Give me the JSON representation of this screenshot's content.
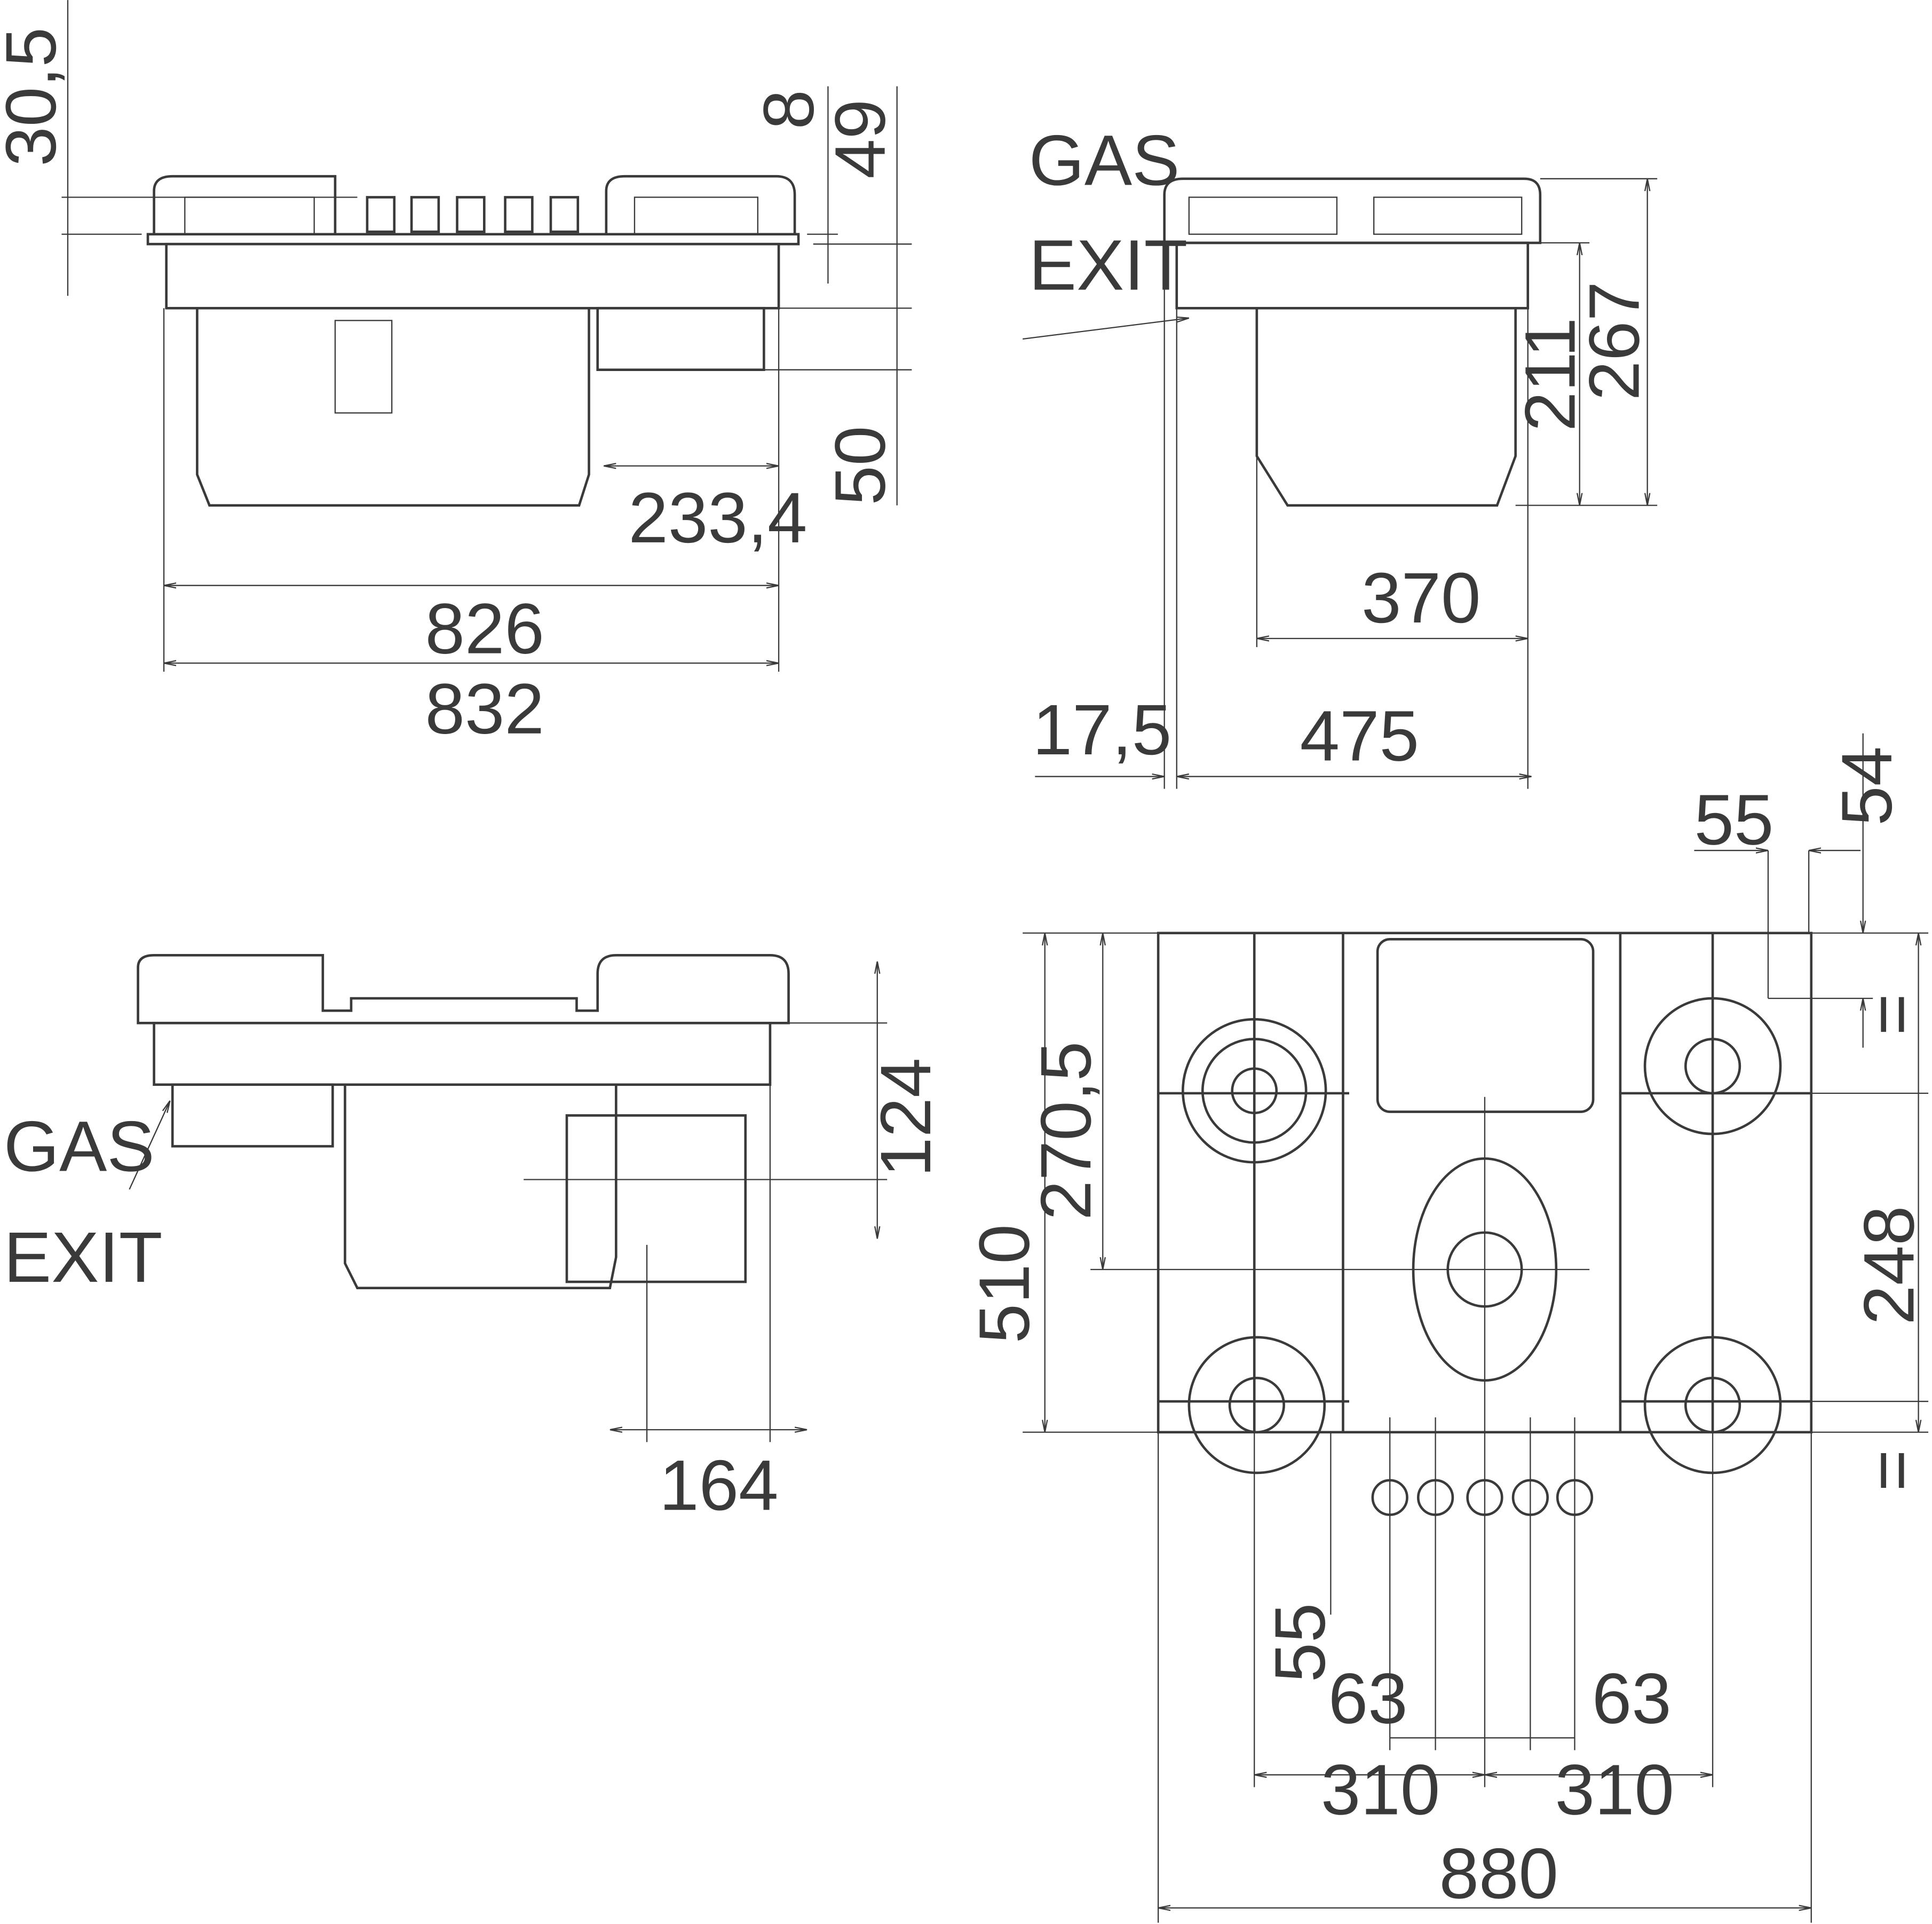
{
  "front_view": {
    "dims": {
      "top_offset": "30,5",
      "plate": "8",
      "height_top": "49",
      "box_drop": "50",
      "box_width": "233,4",
      "inner_width": "826",
      "outer_width": "832"
    }
  },
  "side_view": {
    "gas_label": "GAS",
    "exit_label": "EXIT",
    "dims": {
      "total_height": "267",
      "body_height": "211",
      "depth_body": "370",
      "offset": "17,5",
      "depth_total": "475"
    }
  },
  "rear_view": {
    "gas_label": "GAS",
    "exit_label": "EXIT",
    "dims": {
      "exit_height": "124",
      "exit_width": "164"
    }
  },
  "plan_view": {
    "dims": {
      "depth": "510",
      "burner_row": "270,5",
      "burner_spacing_y": "248",
      "equal_top": "=",
      "equal_bottom": "=",
      "corner_x": "55",
      "corner_y": "54",
      "knob_offset": "55",
      "knob_left": "63",
      "knob_right": "63",
      "burner_left": "310",
      "burner_right": "310",
      "width": "880"
    }
  }
}
